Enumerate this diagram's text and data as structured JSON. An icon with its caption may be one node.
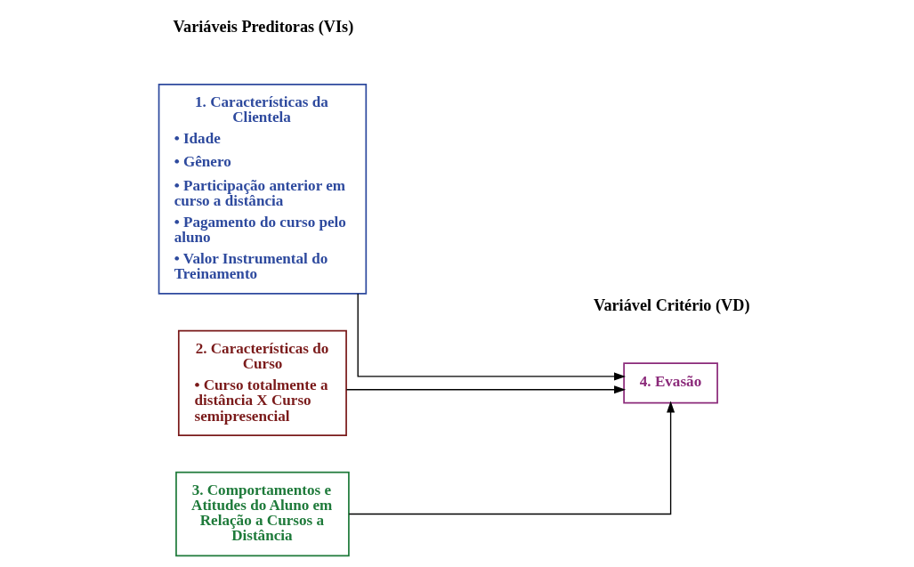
{
  "diagram": {
    "nodes": [
      {
        "text": [
          "1. Características da Clientela",
          "• Idade",
          "• Gênero",
          "• Participação anterior em curso a distância",
          "• Pagamento do curso pelo aluno",
          "• Valor Instrumental do Treinamento"
        ]
      },
      {
        "text": [
          "2. Características do Curso",
          "• Curso totalmente a distância X Curso semipresencial"
        ]
      },
      {
        "text": [
          "3. Comportamentos e Atitudes do Aluno em Relação a Cursos a Distância"
        ]
      },
      {
        "text": [
          "4. Evasão"
        ]
      }
    ],
    "edges": [
      {
        "from": 0,
        "to": 3,
        "arrow": "to"
      },
      {
        "from": 1,
        "to": 3,
        "arrow": "to"
      },
      {
        "from": 2,
        "to": 3,
        "arrow": "to"
      }
    ],
    "labels": [
      "Variáveis Preditoras (VIs)",
      "Variável Critério (VD)"
    ]
  }
}
